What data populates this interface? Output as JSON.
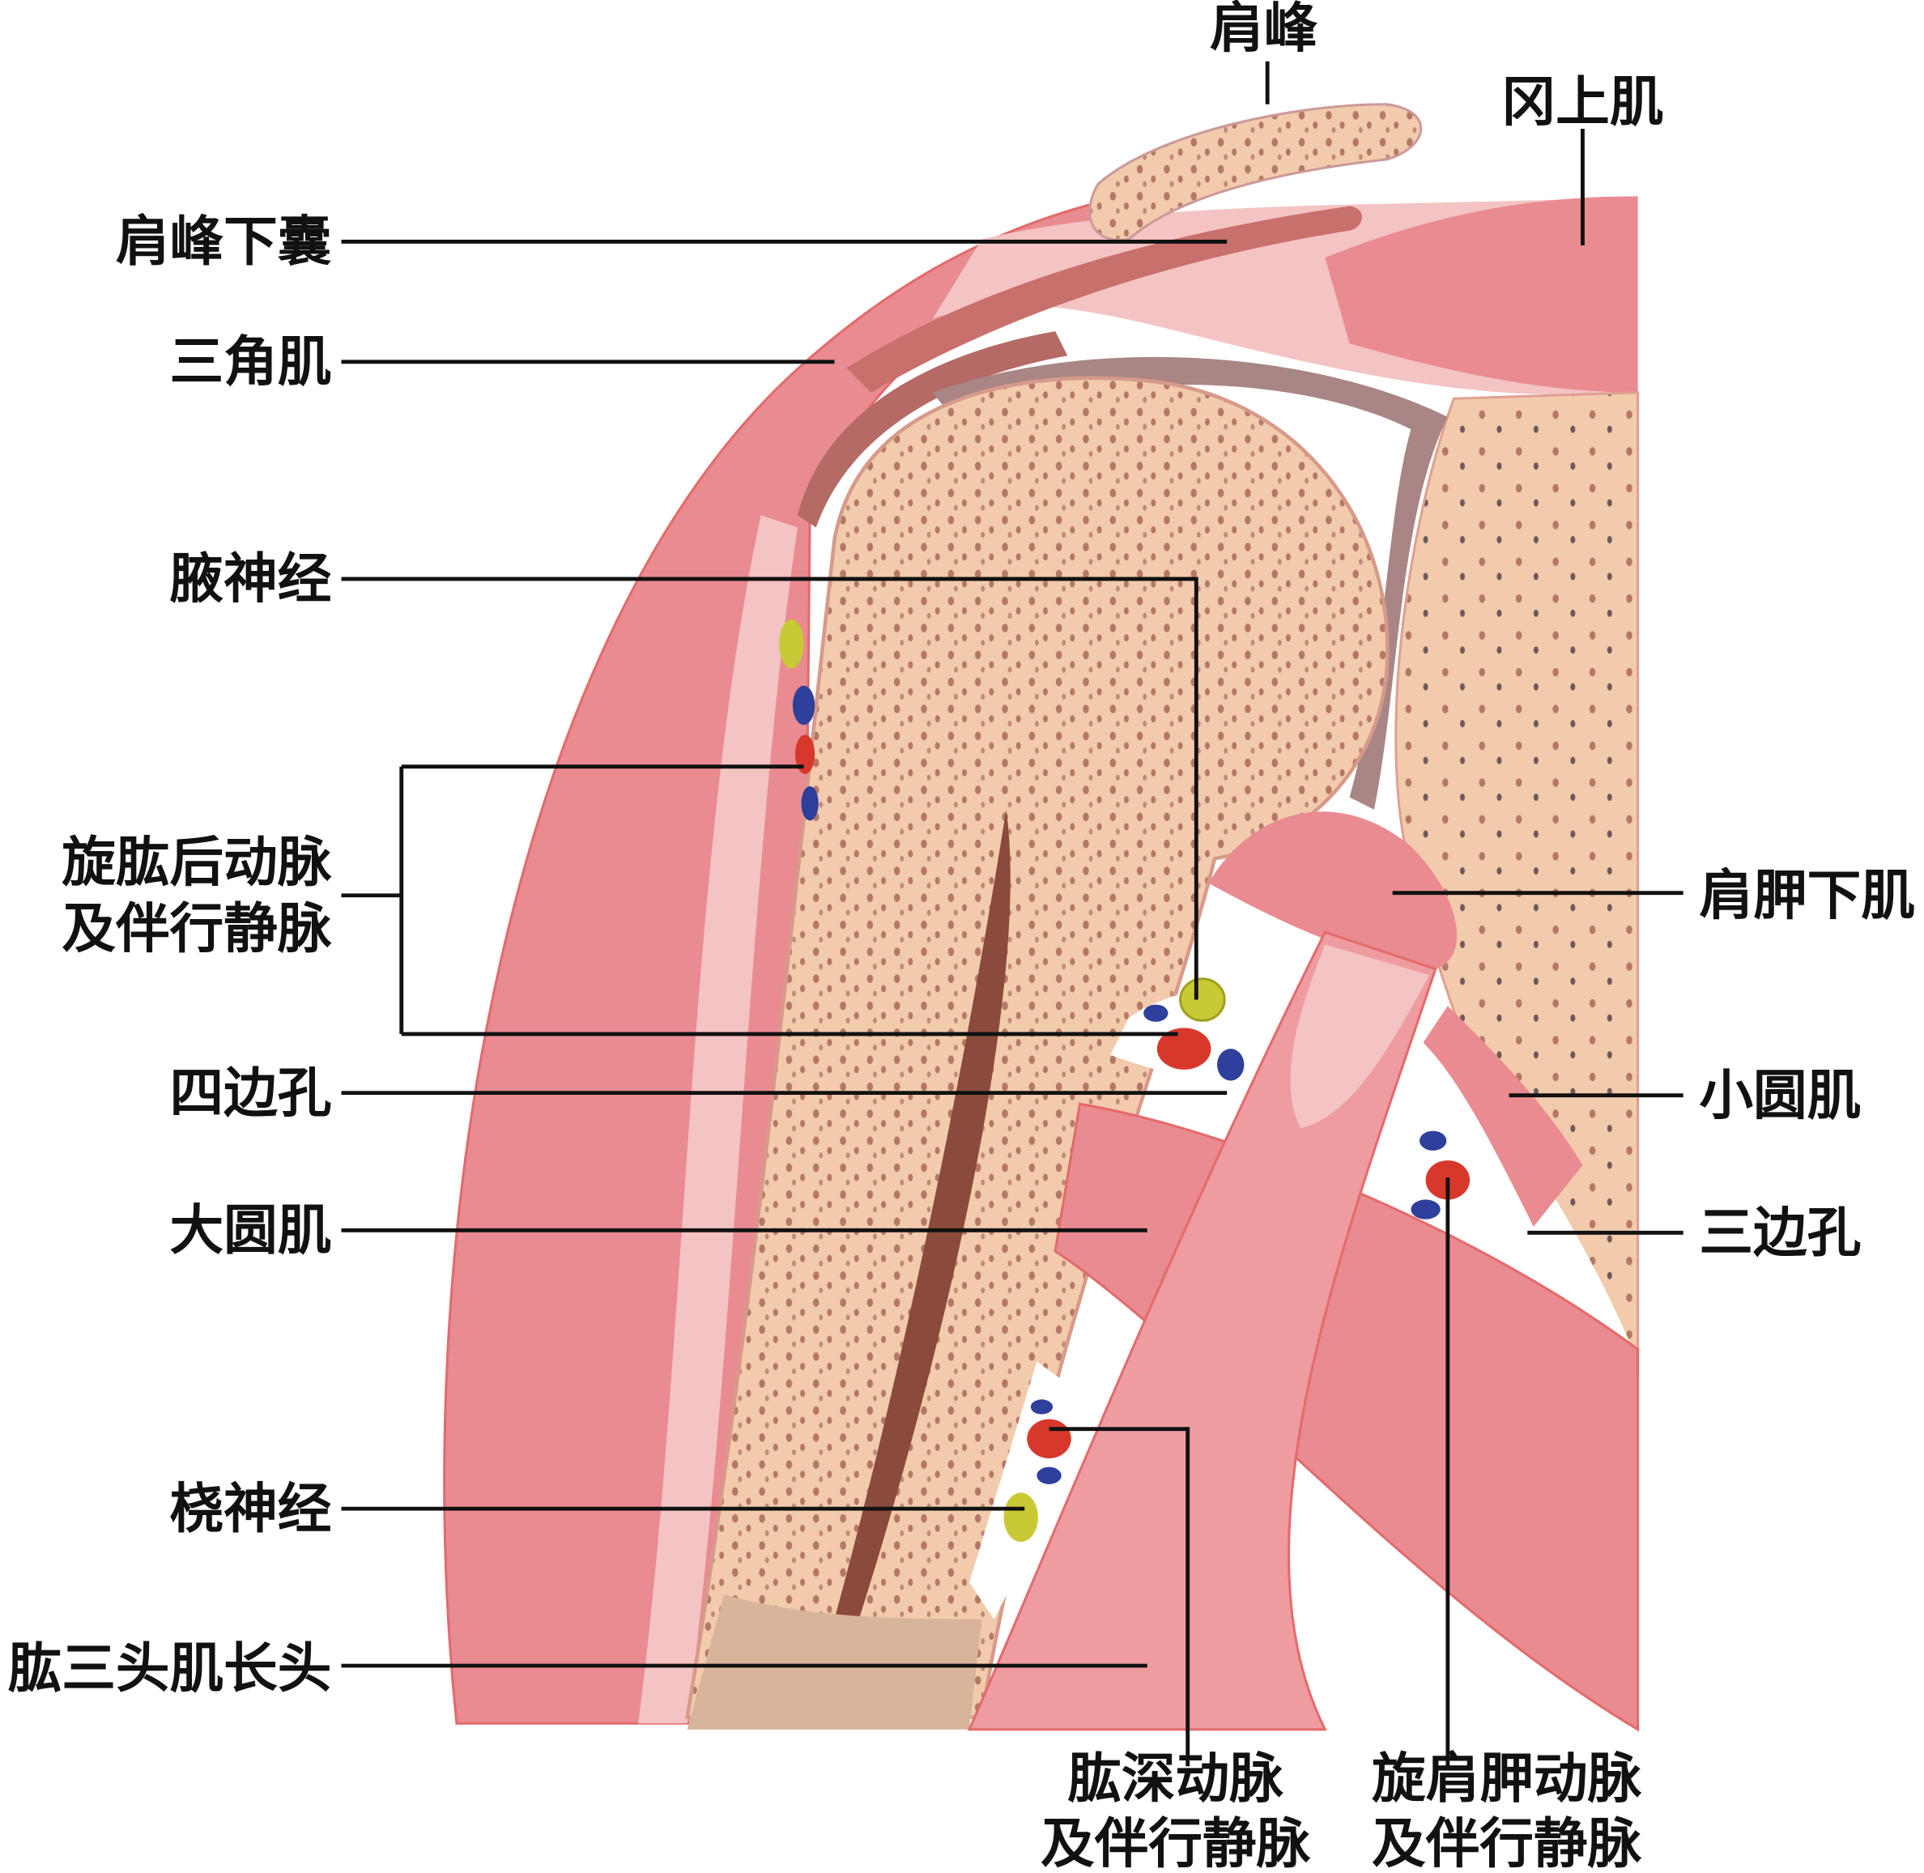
{
  "title": "肩关节冠状切面",
  "labels": {
    "acromion": "肩峰",
    "supraspinatus": "冈上肌",
    "subacromial_bursa": "肩峰下囊",
    "deltoid": "三角肌",
    "axillary_nerve": "腋神经",
    "posterior_circumflex_line1": "旋肱后动脉",
    "posterior_circumflex_line2": "及伴行静脉",
    "quadrangular_space": "四边孔",
    "teres_major": "大圆肌",
    "radial_nerve": "桡神经",
    "triceps_long_head": "肱三头肌长头",
    "subscapularis": "肩胛下肌",
    "teres_minor": "小圆肌",
    "triangular_space": "三边孔",
    "deep_brachial_line1": "肱深动脉",
    "deep_brachial_line2": "及伴行静脉",
    "circumflex_scapular_line1": "旋肩胛动脉",
    "circumflex_scapular_line2": "及伴行静脉"
  },
  "colors": {
    "muscle": "#e98b91",
    "muscle_light": "#f4c3c4",
    "bone": "#f2cbad",
    "bone_dots": "#b57866",
    "marrow": "#8a4a3c",
    "cartilage": "#a98585",
    "nerve": "#c9c935",
    "artery": "#d8382c",
    "vein": "#2e3f9c"
  }
}
